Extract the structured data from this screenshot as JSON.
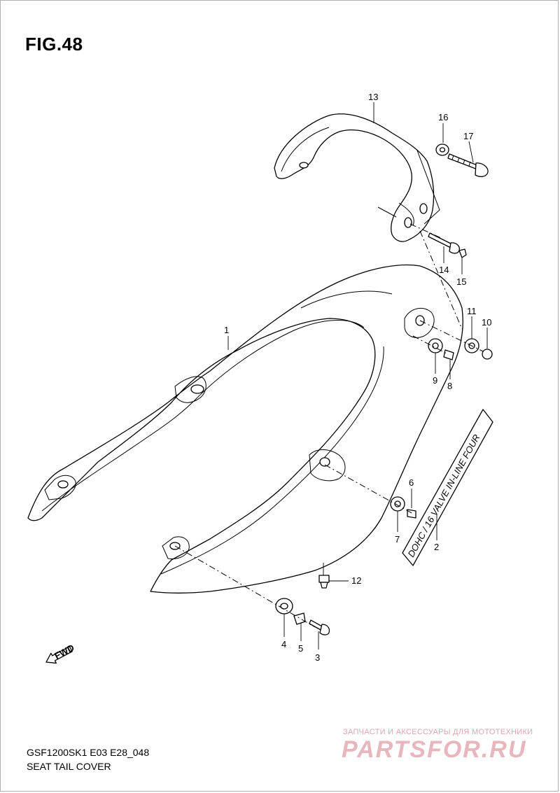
{
  "figure": {
    "title": "FIG.48"
  },
  "footer": {
    "model_code": "GSF1200SK1 E03 E28_048",
    "section_title": "SEAT TAIL COVER"
  },
  "decal": {
    "text": "DOHC / 16 VALVE IN-LINE FOUR"
  },
  "watermark": {
    "tagline": "ЗАПЧАСТИ И АКСЕССУАРЫ ДЛЯ МОТОТЕХНИКИ",
    "logo": "PARTSFOR.RU"
  },
  "direction_marker": {
    "label": "FWD",
    "icon": "forward-arrow-icon"
  },
  "callouts": {
    "c1": "1",
    "c2": "2",
    "c3": "3",
    "c4": "4",
    "c5": "5",
    "c6": "6",
    "c7": "7",
    "c8": "8",
    "c9": "9",
    "c10": "10",
    "c11": "11",
    "c12": "12",
    "c13": "13",
    "c14": "14",
    "c15": "15",
    "c16": "16",
    "c17": "17"
  }
}
